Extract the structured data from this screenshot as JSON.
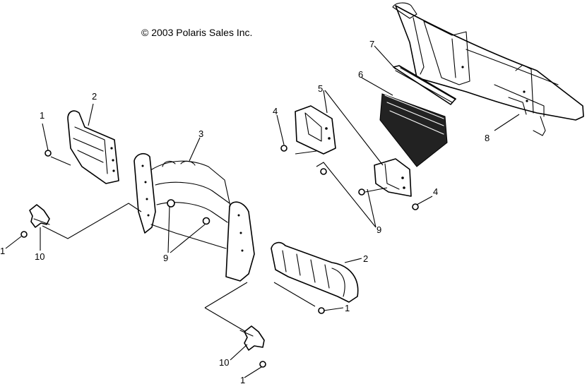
{
  "copyright": "© 2003 Polaris Sales Inc.",
  "callouts": {
    "c1_top_left": "1",
    "c2_top_left": "2",
    "c3": "3",
    "c4_upper": "4",
    "c5": "5",
    "c6": "6",
    "c7": "7",
    "c8": "8",
    "c1_left": "1",
    "c10_left": "10",
    "c9_left": "9",
    "c4_right": "4",
    "c9_right": "9",
    "c2_bottom": "2",
    "c1_mid": "1",
    "c10_bottom": "10",
    "c1_bottom": "1"
  },
  "colors": {
    "line": "#000000",
    "background": "#ffffff",
    "grille_fill": "#222222"
  }
}
